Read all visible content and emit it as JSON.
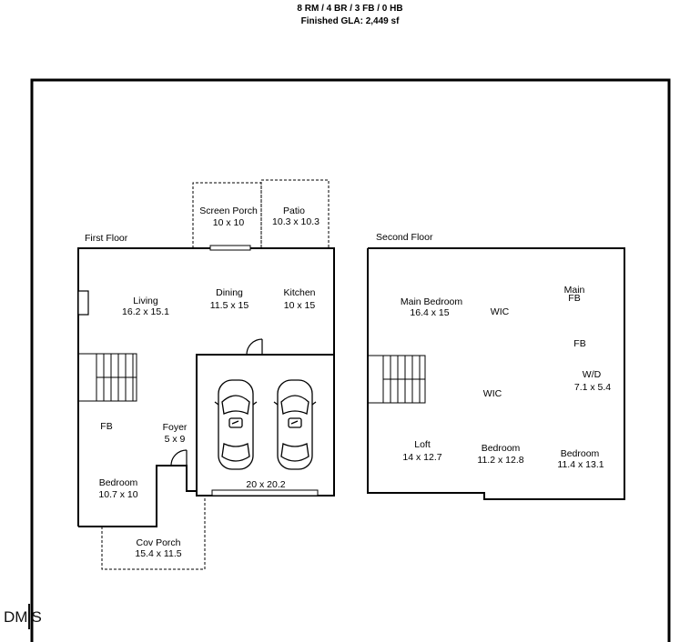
{
  "header": {
    "summary": "8 RM / 4 BR / 3 FB / 0 HB",
    "gla": "Finished GLA: 2,449 sf"
  },
  "floors": {
    "first": "First Floor",
    "second": "Second Floor"
  },
  "first_floor_rooms": [
    {
      "name": "Screen Porch",
      "size": "10 x 10"
    },
    {
      "name": "Patio",
      "size": "10.3 x 10.3"
    },
    {
      "name": "Living",
      "size": "16.2 x 15.1"
    },
    {
      "name": "Dining",
      "size": "11.5 x 15"
    },
    {
      "name": "Kitchen",
      "size": "10 x 15"
    },
    {
      "name": "FB",
      "size": ""
    },
    {
      "name": "Foyer",
      "size": "5 x 9"
    },
    {
      "name": "Bedroom",
      "size": "10.7 x 10"
    },
    {
      "name": "",
      "size": "20 x 20.2"
    },
    {
      "name": "Cov Porch",
      "size": "15.4 x 11.5"
    }
  ],
  "second_floor_rooms": [
    {
      "name": "Main Bedroom",
      "size": "16.4 x 15"
    },
    {
      "name": "WIC",
      "size": ""
    },
    {
      "name": "Main",
      "size": "FB"
    },
    {
      "name": "FB",
      "size": ""
    },
    {
      "name": "W/D",
      "size": "7.1 x 5.4"
    },
    {
      "name": "WIC",
      "size": ""
    },
    {
      "name": "Loft",
      "size": "14 x 12.7"
    },
    {
      "name": "Bedroom",
      "size": "11.2 x 12.8"
    },
    {
      "name": "Bedroom",
      "size": "11.4 x 13.1"
    }
  ],
  "logo": {
    "left": "DM",
    "right": "S"
  },
  "colors": {
    "line": "#000000",
    "background": "#ffffff"
  },
  "icons": [
    "car-icon",
    "car-icon",
    "stairs-icon",
    "stairs-icon",
    "fireplace-icon",
    "door-swing-icon"
  ]
}
